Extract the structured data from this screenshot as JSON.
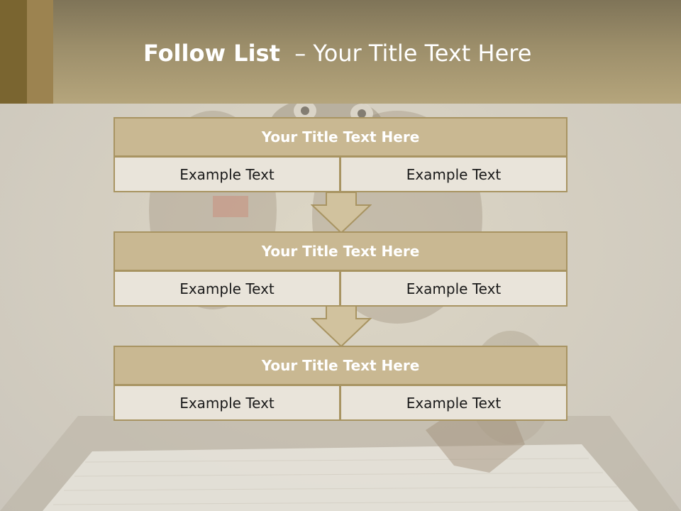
{
  "slide": {
    "title_bold": "Follow List",
    "title_rest": "– Your Title Text Here"
  },
  "blocks": [
    {
      "title": "Your Title Text Here",
      "cells": [
        "Example Text",
        "Example Text"
      ]
    },
    {
      "title": "Your Title Text Here",
      "cells": [
        "Example Text",
        "Example Text"
      ]
    },
    {
      "title": "Your Title Text Here",
      "cells": [
        "Example Text",
        "Example Text"
      ]
    }
  ],
  "colors": {
    "header": "#9c8e6a",
    "block_title_fill": "#c9b892",
    "block_border": "#a89462",
    "cell_fill": "#e9e4da",
    "arrow_fill": "#d1c29e"
  }
}
